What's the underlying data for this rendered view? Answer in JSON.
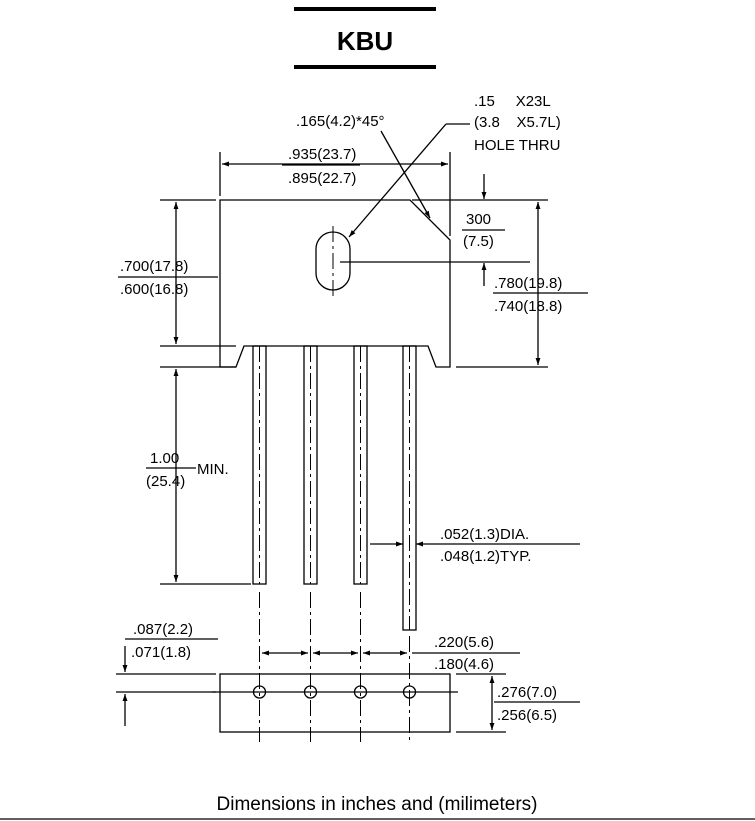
{
  "title": "KBU",
  "caption": "Dimensions in inches and (milimeters)",
  "dimensions": {
    "chamfer": ".165(4.2)*45°",
    "hole_line1": ".15     X23L",
    "hole_line2": "(3.8    X5.7L)",
    "hole_line3": "HOLE THRU",
    "width_max": ".935(23.7)",
    "width_min": ".895(22.7)",
    "hole_pos_top": "300",
    "hole_pos_bottom": "(7.5)",
    "body_h_max": ".700(17.8)",
    "body_h_min": ".600(16.8)",
    "overall_h_max": ".780(19.8)",
    "overall_h_min": ".740(18.8)",
    "lead_len_top": "1.00",
    "lead_len_bottom": "(25.4)",
    "lead_len_suffix": "MIN.",
    "lead_dia_max": ".052(1.3)DIA.",
    "lead_dia_min": ".048(1.2)TYP.",
    "offset_max": ".087(2.2)",
    "offset_min": ".071(1.8)",
    "pitch_max": ".220(5.6)",
    "pitch_min": ".180(4.6)",
    "thick_max": ".276(7.0)",
    "thick_min": ".256(6.5)"
  }
}
